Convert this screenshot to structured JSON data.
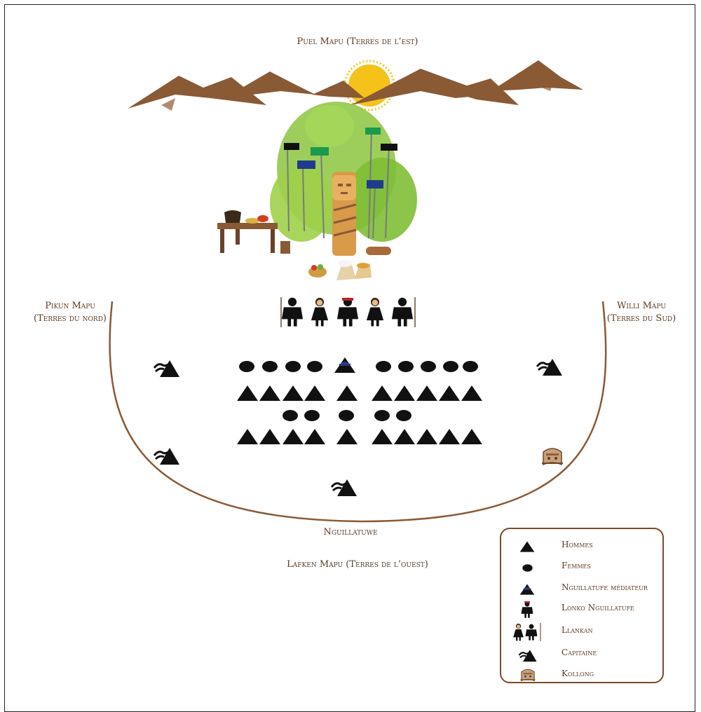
{
  "titles": {
    "east": "Puel Mapu (Terres de l’est)",
    "north_line1": "Pikun Mapu",
    "north_line2": "(Terres du nord)",
    "south_line1": "Willi Mapu",
    "south_line2": "(Terres du Sud)",
    "nguillatuwe": "Nguillatuwe",
    "west": "Lafken Mapu (Terres de l’ouest)"
  },
  "colors": {
    "mountain": "#8a5a35",
    "arena": "#8a5a35",
    "sun": "#f5c21a",
    "foliage": "#8cc63f",
    "flag_green": "#1a9a4a",
    "flag_blue": "#1f3c8c",
    "flag_black": "#111111",
    "mediator_cap": "#2a3a7a"
  },
  "icons": {
    "hommes": "triangle-icon",
    "femmes": "ellipse-icon",
    "mediateur": "triangle-cap-icon",
    "lonko": "poncho-figure-icon",
    "llankan": "figure-pair-icon",
    "capitaine": "horse-rider-icon",
    "kollong": "mask-icon"
  },
  "legend": [
    {
      "label": "Hommes",
      "icon": "triangle-icon"
    },
    {
      "label": "Femmes",
      "icon": "ellipse-icon"
    },
    {
      "label": "Nguillatufe médiateur",
      "icon": "triangle-cap-icon"
    },
    {
      "label": "Lonko Nguillatufe",
      "icon": "poncho-figure-icon"
    },
    {
      "label": "Llankan",
      "icon": "figure-pair-icon"
    },
    {
      "label": "Capitaine",
      "icon": "horse-rider-icon"
    },
    {
      "label": "Kollong",
      "icon": "mask-icon"
    }
  ]
}
